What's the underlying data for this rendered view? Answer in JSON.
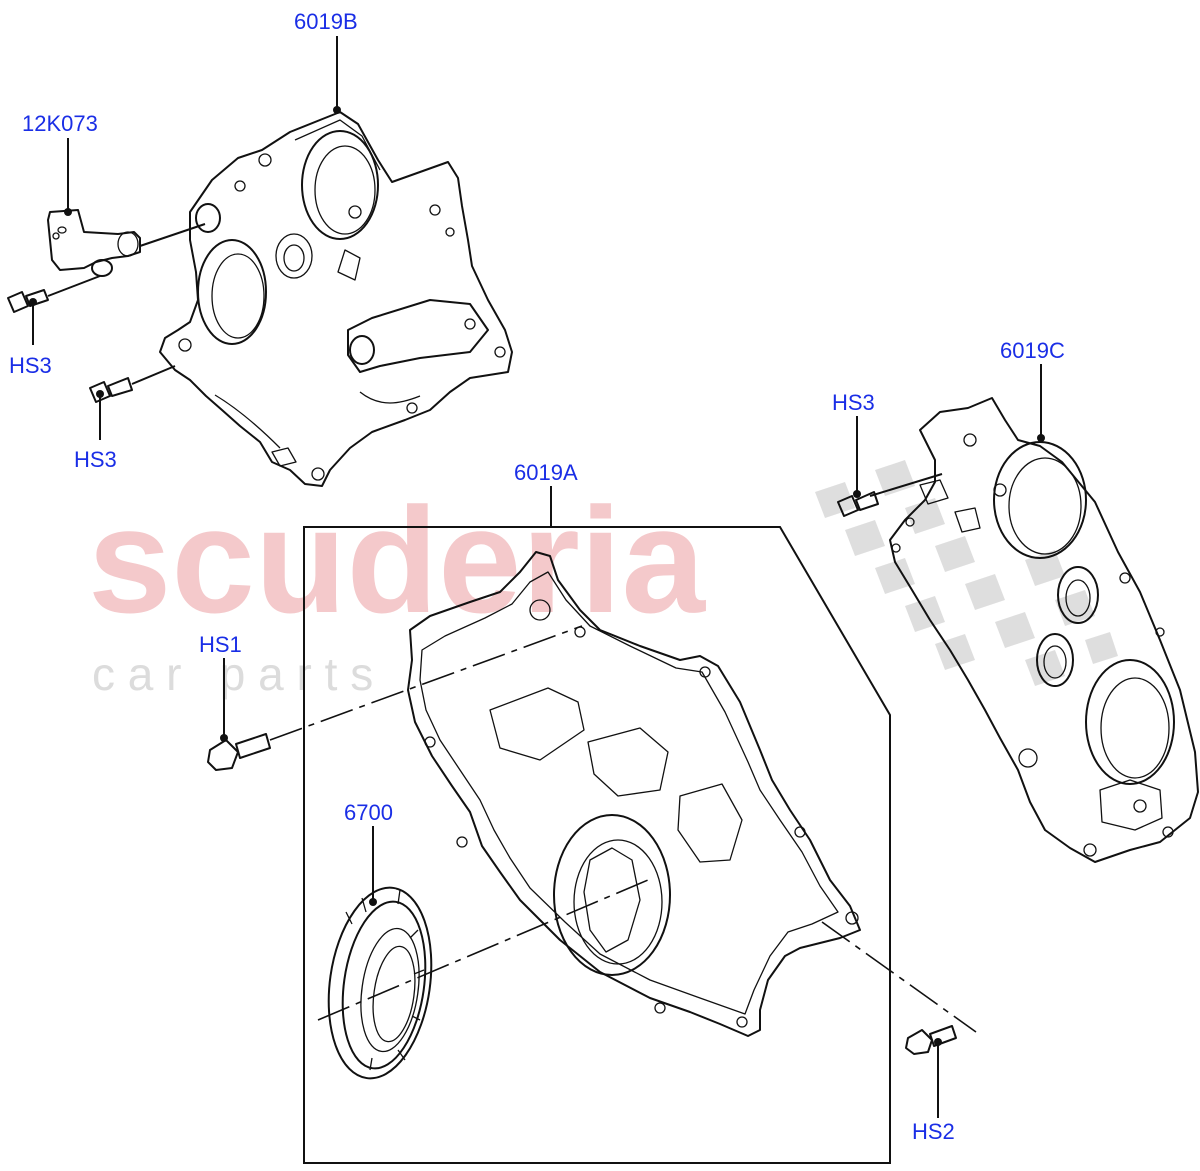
{
  "watermark": {
    "brand": "scuderia",
    "tagline": "c a r   p a r t s"
  },
  "callouts": {
    "p6019B": "6019B",
    "p12K073": "12K073",
    "hs3_sensor": "HS3",
    "hs3_cover": "HS3",
    "p6019C": "6019C",
    "hs3_right": "HS3",
    "p6019A": "6019A",
    "hs1": "HS1",
    "p6700": "6700",
    "hs2": "HS2"
  },
  "colors": {
    "callout_text": "#1a2ee6",
    "watermark_red": "#f4c9cb",
    "watermark_grey": "#dcdcdc",
    "line": "#111111"
  }
}
